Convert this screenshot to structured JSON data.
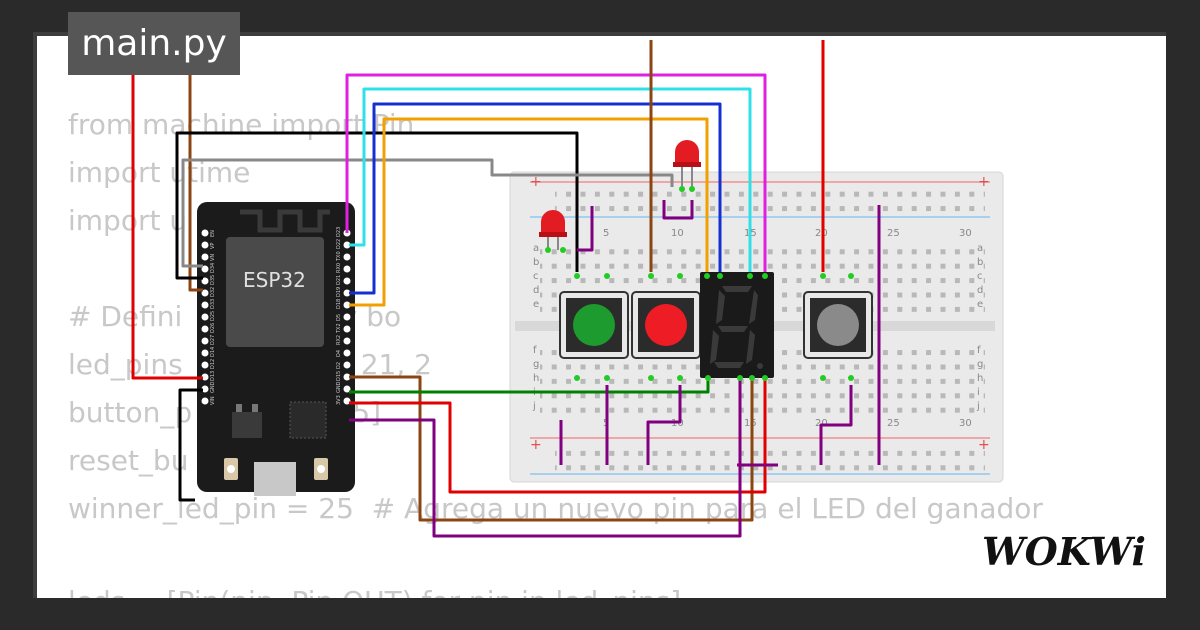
{
  "editor": {
    "file_tab": "main.py",
    "code_lines": [
      "from machine import Pin",
      "import utime",
      "import u",
      "",
      "# Defini         LEDs y bo",
      "led_pins          8, 19, 21, 2",
      "button_p                35]",
      "reset_bu              14",
      "winner_led_pin = 25  # Agrega un nuevo pin para el LED del ganador",
      "",
      "leds = [Pin(pin, Pin.OUT) for pin in led_pins]"
    ]
  },
  "board": {
    "label": "ESP32",
    "left_pins": [
      "EN",
      "VP",
      "VN",
      "D34",
      "D35",
      "D32",
      "D33",
      "D25",
      "D26",
      "D27",
      "D14",
      "D12",
      "D13",
      "GND",
      "VIN"
    ],
    "right_pins": [
      "D23",
      "D22",
      "TX0",
      "RX0",
      "D21",
      "D19",
      "D18",
      "D5",
      "TX2",
      "RX2",
      "D4",
      "D2",
      "D15",
      "GND",
      "3V3"
    ]
  },
  "breadboard": {
    "column_numbers": [
      "5",
      "10",
      "15",
      "20",
      "25",
      "30"
    ],
    "row_letters_top": [
      "a",
      "b",
      "c",
      "d",
      "e"
    ],
    "row_letters_bottom": [
      "f",
      "g",
      "h",
      "i",
      "j"
    ],
    "rail_symbol": "+"
  },
  "components": {
    "button_colors": {
      "green": "#1e9b2e",
      "red": "#ee1c24",
      "gray": "#8a8a8a"
    },
    "led_color": "#e31b23",
    "seven_segment_color": "#3a3a3a"
  },
  "wires": {
    "colors": {
      "red": "#e00000",
      "brown": "#8b4513",
      "magenta": "#e020e0",
      "cyan": "#30e0e8",
      "blue": "#1530d0",
      "orange": "#f0a000",
      "black": "#000000",
      "gray": "#888888",
      "green": "#008000",
      "purple": "#800080"
    }
  },
  "brand": {
    "logo": "WOKWi"
  }
}
